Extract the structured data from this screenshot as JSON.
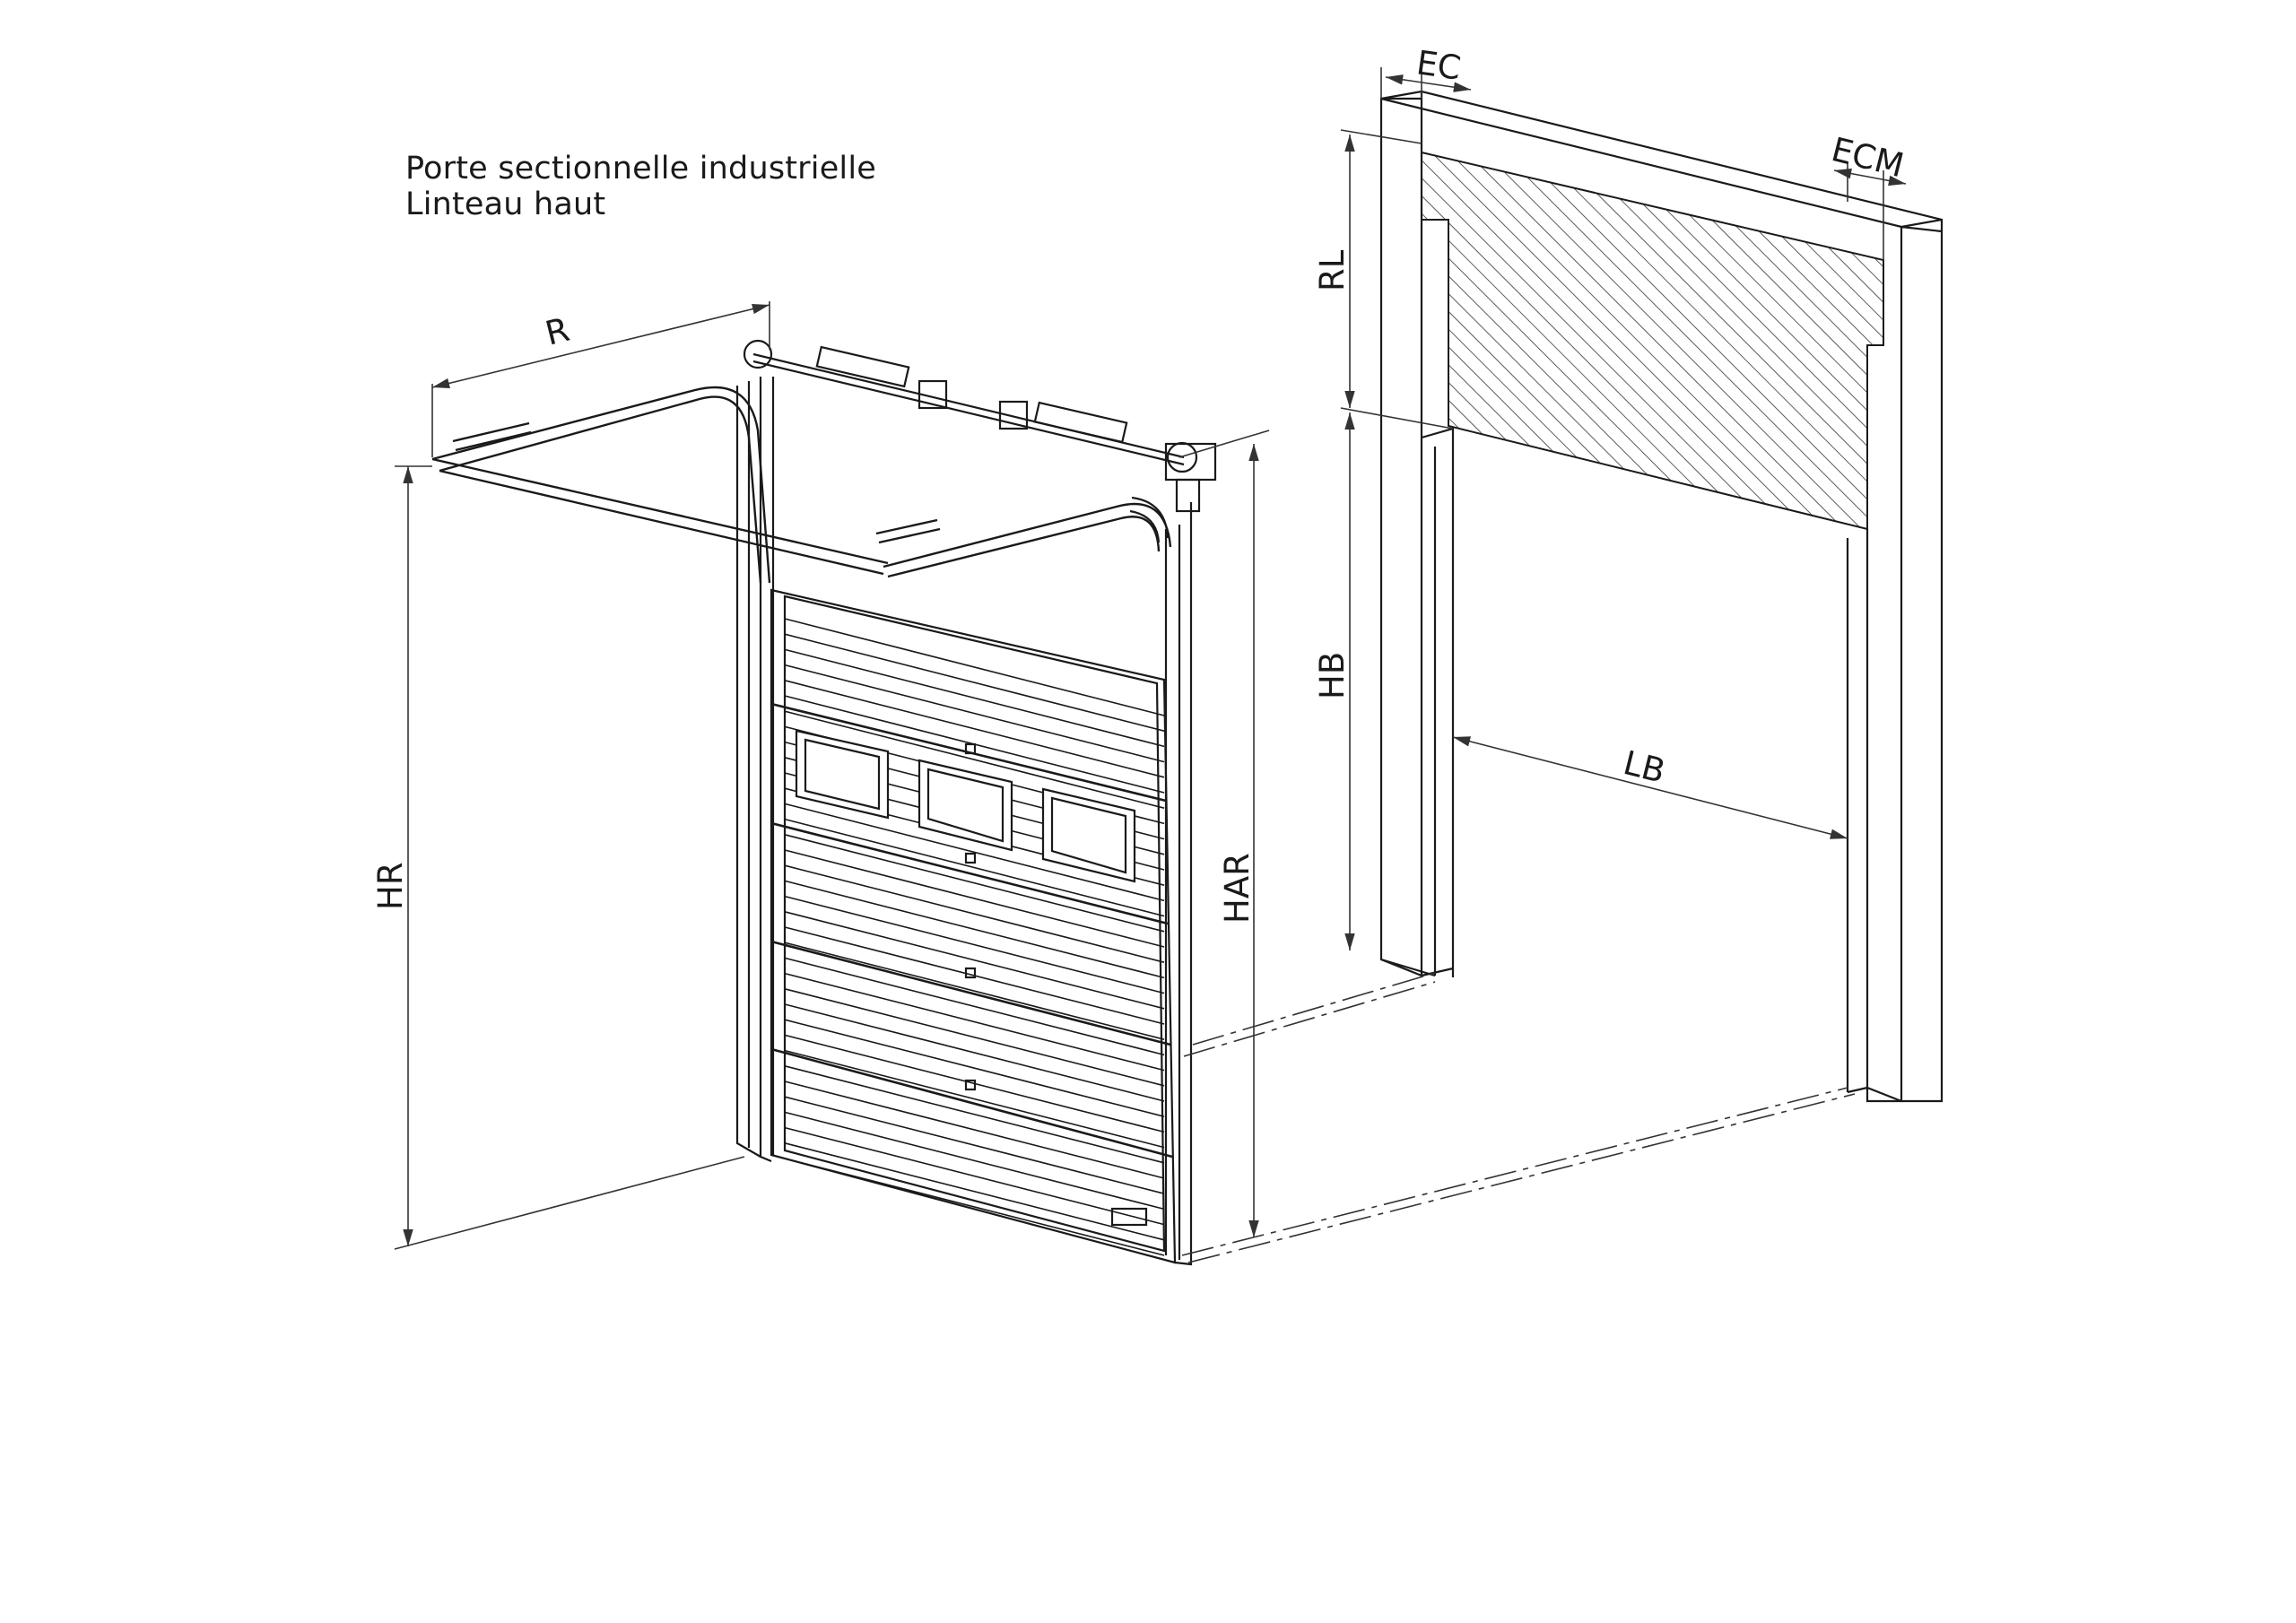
{
  "caption": {
    "line1": "Porte sectionnelle industrielle",
    "line2": "Linteau haut"
  },
  "dimensions": {
    "R": "R",
    "HR": "HR",
    "HAR": "HAR",
    "RL": "RL",
    "HB": "HB",
    "LB": "LB",
    "EC": "EC",
    "ECM": "ECM"
  }
}
